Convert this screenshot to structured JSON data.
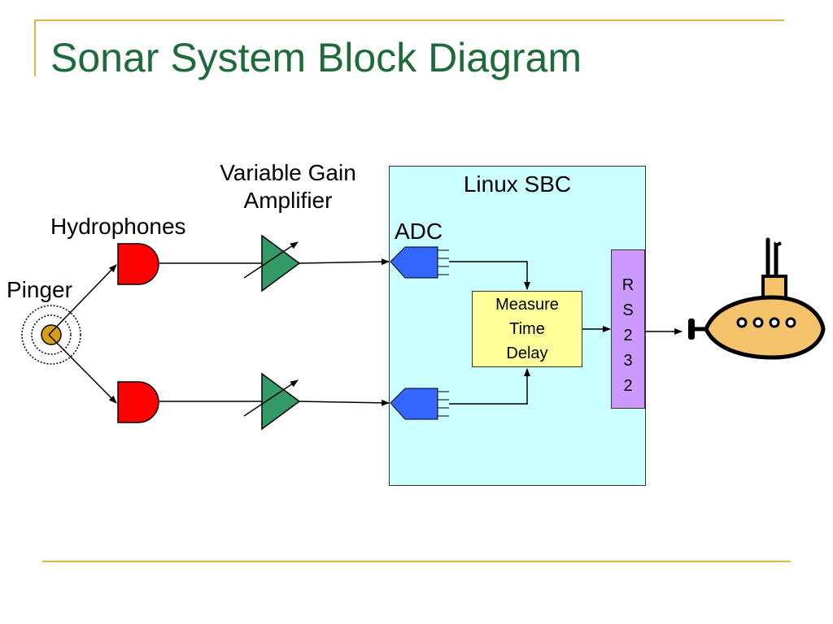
{
  "title": "Sonar System Block Diagram",
  "labels": {
    "vga_line1": "Variable Gain",
    "vga_line2": "Amplifier",
    "hydrophones": "Hydrophones",
    "pinger": "Pinger",
    "sbc": "Linux SBC",
    "adc": "ADC"
  },
  "measure_block": {
    "line1": "Measure",
    "line2": "Time",
    "line3": "Delay"
  },
  "rs232_chars": [
    "R",
    "S",
    "2",
    "3",
    "2"
  ],
  "colors": {
    "title": "#1e6b3a",
    "frame": "#e0b040",
    "hydrophone": "#ff0000",
    "amplifier": "#339966",
    "adc": "#3366ff",
    "sbc_bg": "#ccffff",
    "measure_bg": "#ffff99",
    "rs232_bg": "#cc99ff",
    "submarine": "#f5c36b",
    "pinger": "#d4a017"
  }
}
